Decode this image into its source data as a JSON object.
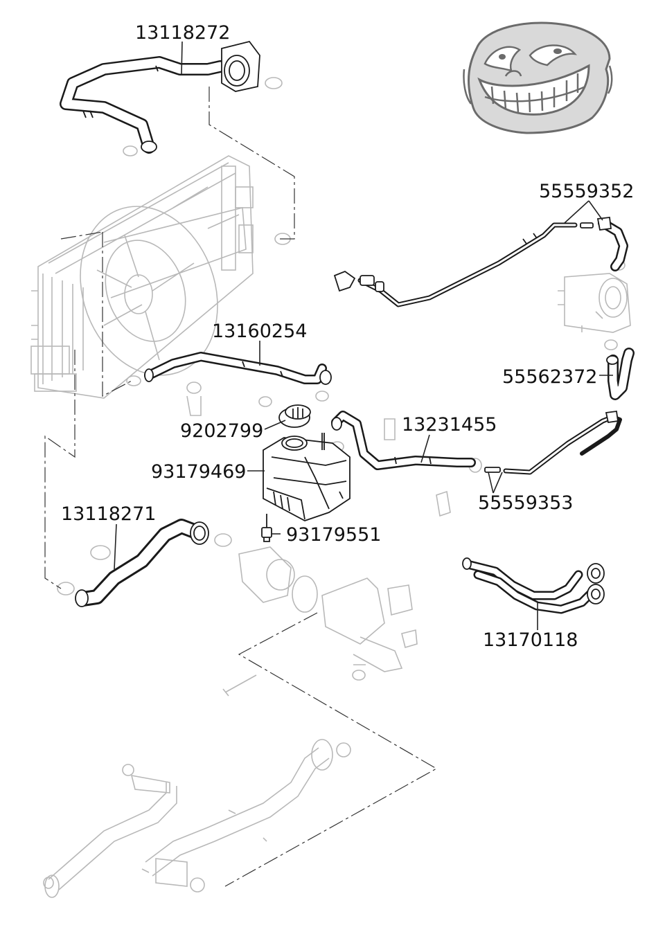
{
  "diagram": {
    "parts": [
      {
        "id": "hose-radiator-upper",
        "number": "13118272"
      },
      {
        "id": "vent-hose-throttle",
        "number": "55559352"
      },
      {
        "id": "hose-radiator-to-tank",
        "number": "13160254"
      },
      {
        "id": "hose-throttle-body",
        "number": "55562372"
      },
      {
        "id": "tank-cap",
        "number": "9202799"
      },
      {
        "id": "hose-tank-outlet",
        "number": "13231455"
      },
      {
        "id": "expansion-tank",
        "number": "93179469"
      },
      {
        "id": "vent-hose-tank",
        "number": "55559353"
      },
      {
        "id": "hose-radiator-lower",
        "number": "13118271"
      },
      {
        "id": "tank-sensor",
        "number": "93179551"
      },
      {
        "id": "hose-heater",
        "number": "13170118"
      }
    ],
    "meme": {
      "icon": "trollface-icon"
    },
    "colors": {
      "ink": "#1a1a1a",
      "faint_parts": "#b8b8b8",
      "meme_fill": "#d9d9d9",
      "background": "#ffffff"
    }
  }
}
